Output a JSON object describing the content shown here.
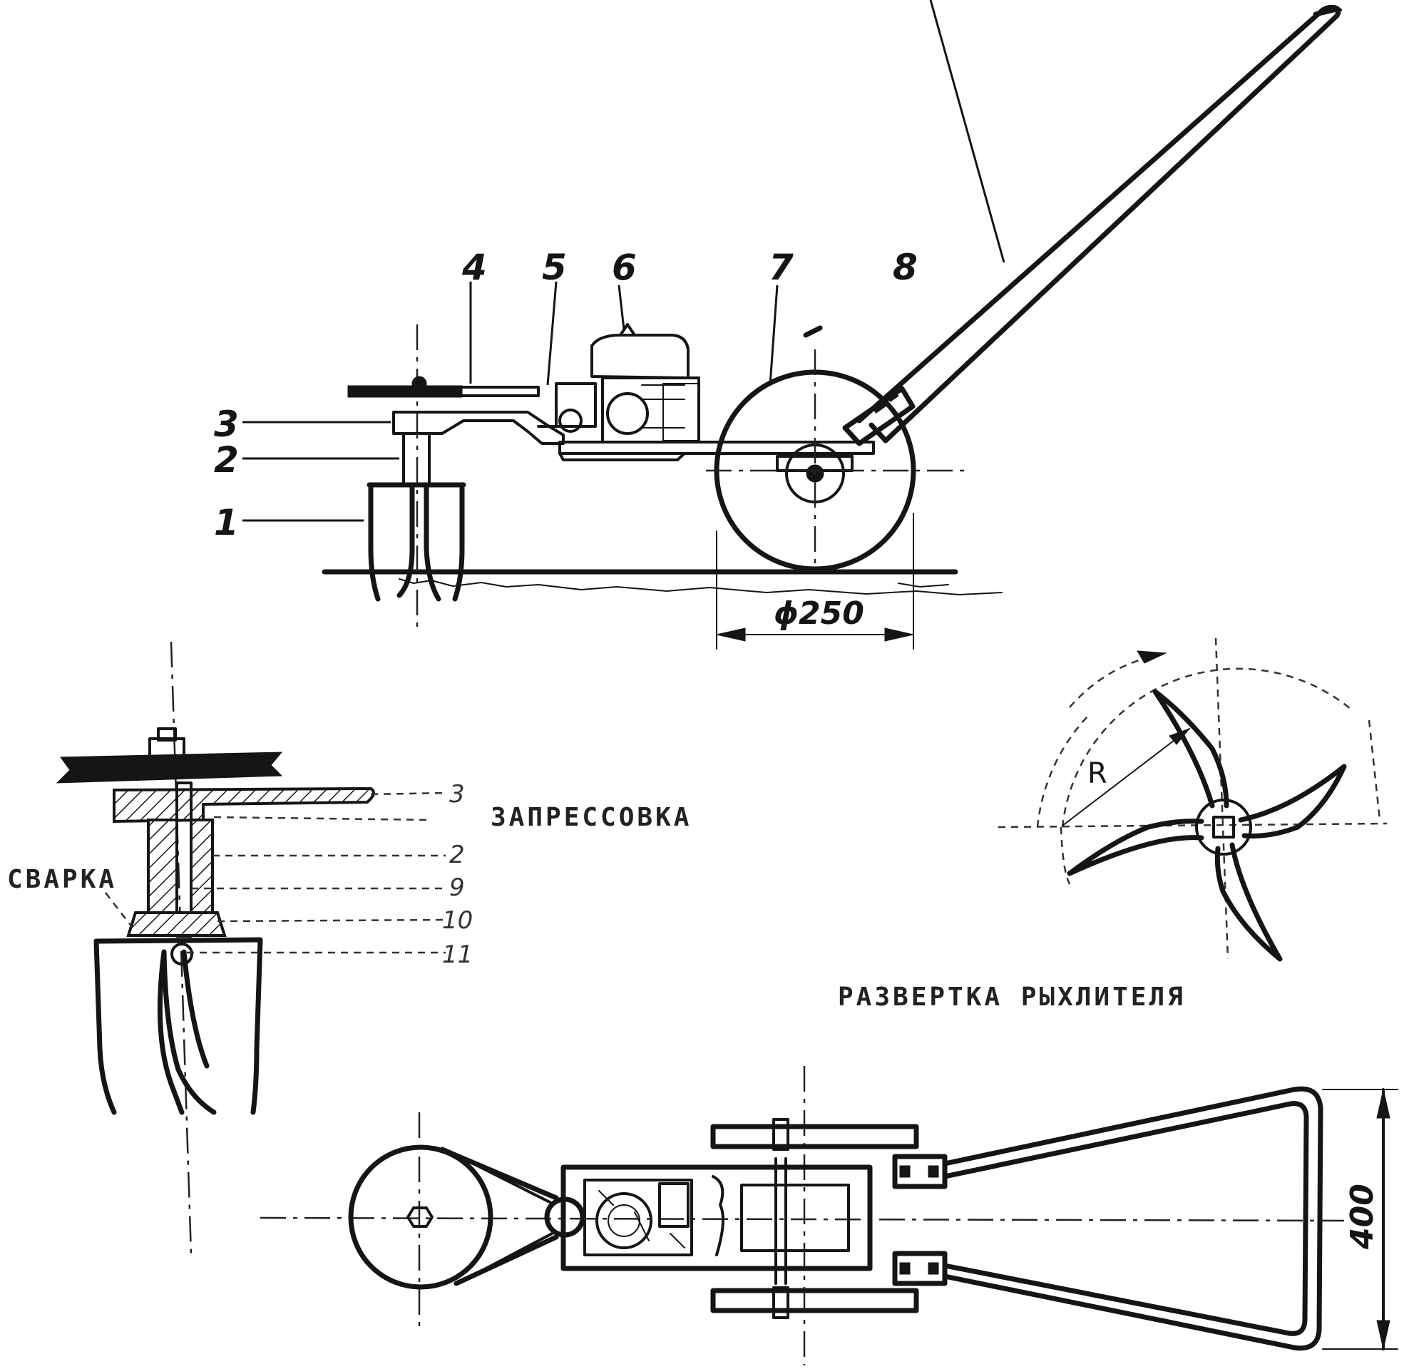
{
  "side_view": {
    "labels": [
      "1",
      "2",
      "3",
      "4",
      "5",
      "6",
      "7",
      "8"
    ],
    "wheel_diameter": "ϕ250"
  },
  "detail_view": {
    "labels": [
      "3",
      "2",
      "9",
      "10",
      "11"
    ],
    "press_fit": "ЗАПРЕССОВКА",
    "weld": "СВАРКА"
  },
  "tiller_layout": {
    "radius": "R",
    "caption": "РАЗВЕРТКА РЫХЛИТЕЛЯ"
  },
  "top_view": {
    "width_dim": "400"
  }
}
